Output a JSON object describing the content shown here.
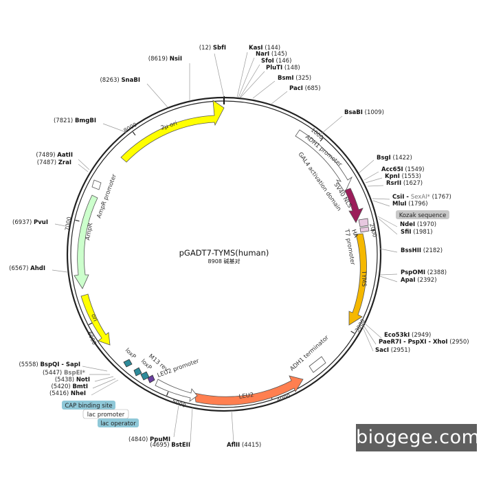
{
  "plasmid": {
    "name": "pGADT7-TYMS(human)",
    "size_label": "8908 碱基对",
    "length": 8908
  },
  "ticks": [
    "1000",
    "2000",
    "3000",
    "4000",
    "5000",
    "6000",
    "7000",
    "8000"
  ],
  "sites": [
    {
      "name": "SbfI",
      "pos": "(12)",
      "side": "left"
    },
    {
      "name": "NsiI",
      "pos": "(8619)",
      "side": "left"
    },
    {
      "name": "SnaBI",
      "pos": "(8263)",
      "side": "left"
    },
    {
      "name": "BmgBI",
      "pos": "(7821)",
      "side": "left"
    },
    {
      "name": "AatII",
      "pos": "(7489)",
      "side": "left"
    },
    {
      "name": "ZraI",
      "pos": "(7487)",
      "side": "left"
    },
    {
      "name": "PvuI",
      "pos": "(6937)",
      "side": "left"
    },
    {
      "name": "AhdI",
      "pos": "(6567)",
      "side": "left"
    },
    {
      "name": "BspQI - SapI",
      "pos": "(5558)",
      "side": "left"
    },
    {
      "name": "BspEI*",
      "pos": "(5447)",
      "side": "left",
      "reduced": true
    },
    {
      "name": "NotI",
      "pos": "(5438)",
      "side": "left"
    },
    {
      "name": "BmtI",
      "pos": "(5420)",
      "side": "left"
    },
    {
      "name": "NheI",
      "pos": "(5416)",
      "side": "left"
    },
    {
      "name": "PpuMI",
      "pos": "(4840)",
      "side": "left"
    },
    {
      "name": "BstEII",
      "pos": "(4695)",
      "side": "left"
    },
    {
      "name": "AflII",
      "pos": "(4415)",
      "side": "right"
    },
    {
      "name": "KasI",
      "pos": "(144)",
      "side": "right"
    },
    {
      "name": "NarI",
      "pos": "(145)",
      "side": "right"
    },
    {
      "name": "SfoI",
      "pos": "(146)",
      "side": "right"
    },
    {
      "name": "PluTI",
      "pos": "(148)",
      "side": "right"
    },
    {
      "name": "BsmI",
      "pos": "(325)",
      "side": "right"
    },
    {
      "name": "PacI",
      "pos": "(685)",
      "side": "right"
    },
    {
      "name": "BsaBI",
      "pos": "(1009)",
      "side": "right"
    },
    {
      "name": "BsgI",
      "pos": "(1422)",
      "side": "right"
    },
    {
      "name": "Acc65I",
      "pos": "(1549)",
      "side": "right"
    },
    {
      "name": "KpnI",
      "pos": "(1553)",
      "side": "right"
    },
    {
      "name": "RsrII",
      "pos": "(1627)",
      "side": "right"
    },
    {
      "name": "CsiI - SexAI*",
      "pos": "(1767)",
      "side": "right",
      "partial_reduced": "SexAI*"
    },
    {
      "name": "MluI",
      "pos": "(1796)",
      "side": "right"
    },
    {
      "name": "NdeI",
      "pos": "(1970)",
      "side": "right"
    },
    {
      "name": "SfiI",
      "pos": "(1981)",
      "side": "right"
    },
    {
      "name": "BssHII",
      "pos": "(2182)",
      "side": "right"
    },
    {
      "name": "PspOMI",
      "pos": "(2388)",
      "side": "right"
    },
    {
      "name": "ApaI",
      "pos": "(2392)",
      "side": "right"
    },
    {
      "name": "Eco53kI",
      "pos": "(2949)",
      "side": "right"
    },
    {
      "name": "PaeR7I - PspXI - XhoI",
      "pos": "(2950)",
      "side": "right"
    },
    {
      "name": "SacI",
      "pos": "(2951)",
      "side": "right"
    }
  ],
  "features": [
    {
      "label": "2μ ori",
      "color": "#ffff00"
    },
    {
      "label": "ADH1 promoter",
      "color": "#ffffff"
    },
    {
      "label": "GAL4 activation domain",
      "color": "#9b1d5a"
    },
    {
      "label": "SV40 NLS",
      "color": "#9b1d5a"
    },
    {
      "label": "HA",
      "color": "#e8c8e0"
    },
    {
      "label": "T7 promoter",
      "color": "#ffffff"
    },
    {
      "label": "TYMS",
      "color": "#f5b800"
    },
    {
      "label": "ADH1 terminator",
      "color": "#ffffff"
    },
    {
      "label": "LEU2",
      "color": "#ff7f50"
    },
    {
      "label": "LEU2 promoter",
      "color": "#ffffff"
    },
    {
      "label": "M13 rev",
      "color": "#ffffff"
    },
    {
      "label": "loxP",
      "color": "#2e8b9a"
    },
    {
      "label": "loxP",
      "color": "#2e8b9a"
    },
    {
      "label": "ori",
      "color": "#ffff00"
    },
    {
      "label": "AmpR",
      "color": "#ccffcc"
    },
    {
      "label": "AmpR promoter",
      "color": "#ffffff"
    }
  ],
  "boxes": [
    {
      "label": "Kozak sequence",
      "bg": "#c8c8c8"
    },
    {
      "label": "CAP binding site",
      "bg": "#8fc8d8"
    },
    {
      "label": "lac promoter",
      "bg": "#ffffff"
    },
    {
      "label": "lac operator",
      "bg": "#8fc8d8"
    }
  ],
  "watermark": "biogege.com"
}
